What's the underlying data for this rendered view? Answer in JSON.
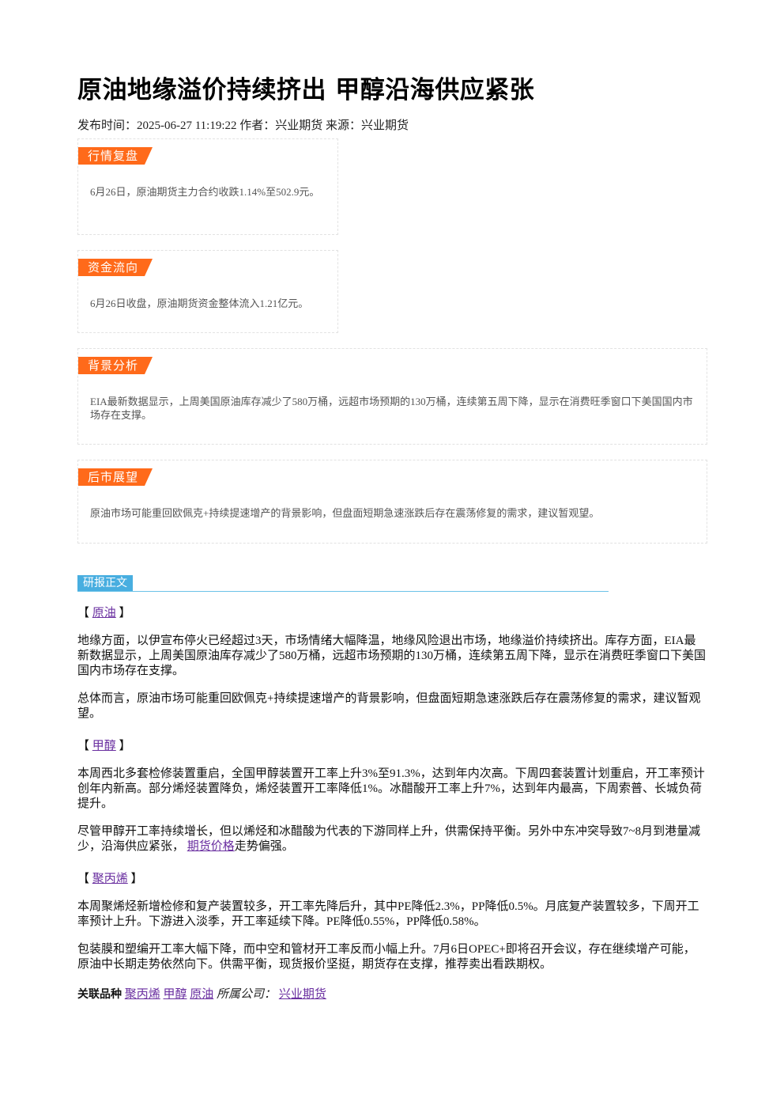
{
  "article": {
    "title": "原油地缘溢价持续挤出 甲醇沿海供应紧张",
    "meta": "发布时间：2025-06-27 11:19:22 作者：兴业期货 来源：兴业期货"
  },
  "summary_boxes": [
    {
      "tag": "行情复盘",
      "text": "6月26日，原油期货主力合约收跌1.14%至502.9元。"
    },
    {
      "tag": "资金流向",
      "text": "6月26日收盘，原油期货资金整体流入1.21亿元。"
    },
    {
      "tag": "背景分析",
      "text": "EIA最新数据显示，上周美国原油库存减少了580万桶，远超市场预期的130万桶，连续第五周下降，显示在消费旺季窗口下美国国内市场存在支撑。"
    },
    {
      "tag": "后市展望",
      "text": "原油市场可能重回欧佩克+持续提速增产的背景影响，但盘面短期急速涨跌后存在震荡修复的需求，建议暂观望。"
    }
  ],
  "report": {
    "label": "研报正文",
    "sections": [
      {
        "bracket_open": "【",
        "name": "原油",
        "bracket_close": "】",
        "paragraphs": [
          "地缘方面，以伊宣布停火已经超过3天，市场情绪大幅降温，地缘风险退出市场，地缘溢价持续挤出。库存方面，EIA最新数据显示，上周美国原油库存减少了580万桶，远超市场预期的130万桶，连续第五周下降，显示在消费旺季窗口下美国国内市场存在支撑。",
          "总体而言，原油市场可能重回欧佩克+持续提速增产的背景影响，但盘面短期急速涨跌后存在震荡修复的需求，建议暂观望。"
        ]
      },
      {
        "bracket_open": "【",
        "name": "甲醇",
        "bracket_close": "】",
        "paragraphs": [
          "本周西北多套检修装置重启，全国甲醇装置开工率上升3%至91.3%，达到年内次高。下周四套装置计划重启，开工率预计创年内新高。部分烯烃装置降负，烯烃装置开工率降低1%。冰醋酸开工率上升7%，达到年内最高，下周索普、长城负荷提升。"
        ],
        "last_paragraph": {
          "before": "尽管甲醇开工率持续增长，但以烯烃和冰醋酸为代表的下游同样上升，供需保持平衡。另外中东冲突导致7~8月到港量减少，沿海供应紧张，",
          "link": "期货价格",
          "after": "走势偏强。"
        }
      },
      {
        "bracket_open": "【",
        "name": "聚丙烯",
        "bracket_close": "】",
        "paragraphs": [
          "本周聚烯烃新增检修和复产装置较多，开工率先降后升，其中PE降低2.3%，PP降低0.5%。月底复产装置较多，下周开工率预计上升。下游进入淡季，开工率延续下降。PE降低0.55%，PP降低0.58%。",
          "包装膜和塑编开工率大幅下降，而中空和管材开工率反而小幅上升。7月6日OPEC+即将召开会议，存在继续增产可能，原油中长期走势依然向下。供需平衡，现货报价坚挺，期货存在支撑，推荐卖出看跌期权。"
        ]
      }
    ]
  },
  "related": {
    "label": "关联品种",
    "items": [
      "聚丙烯",
      "甲醇",
      "原油"
    ],
    "company_label": "所属公司：",
    "company": "兴业期货"
  }
}
